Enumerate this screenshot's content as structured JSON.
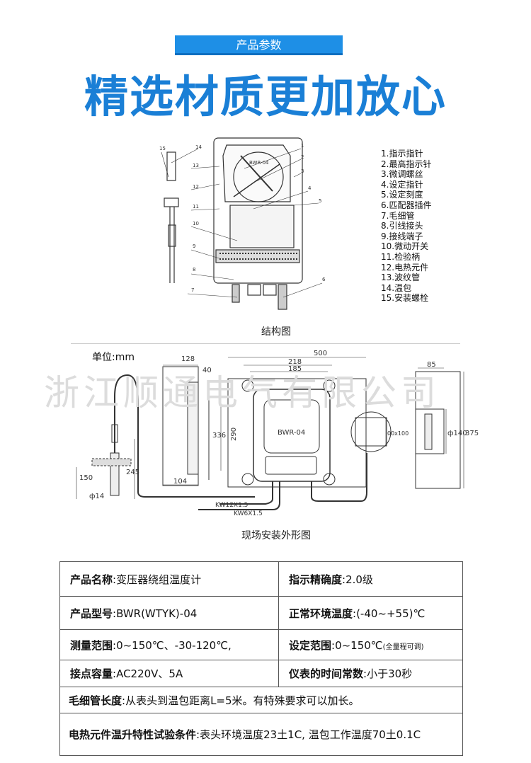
{
  "header": {
    "badge": "产品参数",
    "title": "精选材质更加放心"
  },
  "structure": {
    "caption": "结构图",
    "dial_label": "BWR-04",
    "legend": [
      "1.指示指针",
      "2.最高指示针",
      "3.微调螺丝",
      "4.设定指针",
      "5.设定刻度",
      "6.匹配器插件",
      "7.毛细管",
      "8.引线接头",
      "9.接线端子",
      "10.微动开关",
      "11.检验柄",
      "12.电热元件",
      "13.波纹管",
      "14.温包",
      "15.安装螺栓"
    ],
    "callouts": [
      "1",
      "2",
      "3",
      "4",
      "5",
      "6",
      "7",
      "8",
      "9",
      "10",
      "11",
      "12",
      "13",
      "14",
      "15"
    ]
  },
  "install": {
    "unit": "单位:mm",
    "caption": "现场安装外形图",
    "watermark": "浙江顺通电气有限公司",
    "device_label": "BWR-04",
    "dims": {
      "d500": "500",
      "d218": "218",
      "d185": "185",
      "d128": "128",
      "d40": "40",
      "d336": "336",
      "d290": "290",
      "d104": "104",
      "d150": "150",
      "d245": "245",
      "d14": "ф14",
      "d85": "85",
      "d140": "ф140",
      "d375": "375",
      "d100": "00x100"
    },
    "cables": [
      "KW12X1.5",
      "KW6X1.5"
    ]
  },
  "specs": {
    "rows": [
      [
        {
          "k": "产品名称",
          "v": ":变压器绕组温度计"
        },
        {
          "k": "指示精确度",
          "v": ":2.0级"
        }
      ],
      [
        {
          "k": "产品型号",
          "v": ":BWR(WTYK)-04"
        },
        {
          "k": "正常环境温度",
          "v": ":(-40~+55)℃"
        }
      ],
      [
        {
          "k": "测量范围",
          "v": ":0~150℃、-30-120℃,"
        },
        {
          "k": "设定范围",
          "v": ":0~150℃",
          "note": "(全量程可调)"
        }
      ],
      [
        {
          "k": "接点容量",
          "v": ":AC220V、5A"
        },
        {
          "k": "仪表的时间常数",
          "v": ":小于30秒"
        }
      ]
    ],
    "full": [
      {
        "k": "毛细管长度",
        "v": ":从表头到温包距离L=5米。有特殊要求可以加长。"
      },
      {
        "k": "电热元件温升特性试验条件",
        "v": ":表头环境温度23土1C, 温包工作温度70土0.1C"
      }
    ]
  }
}
